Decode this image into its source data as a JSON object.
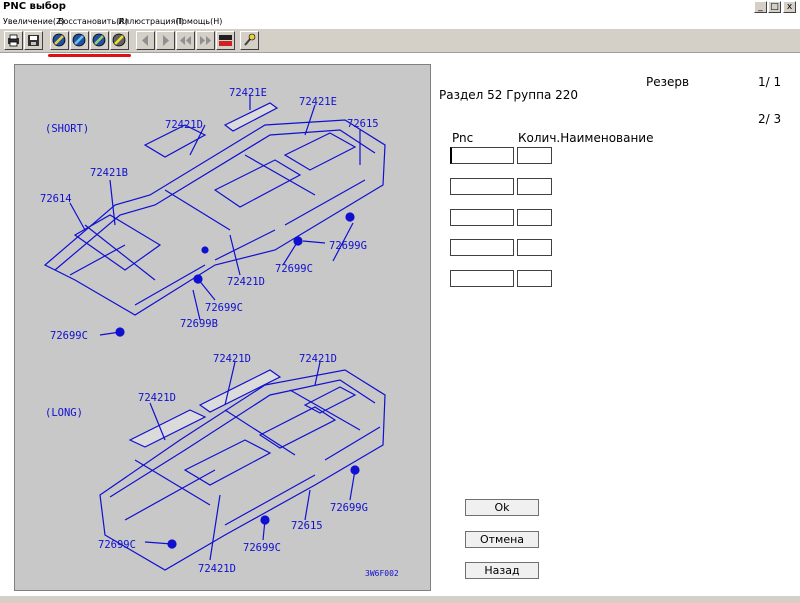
{
  "window": {
    "title": "PNC выбор",
    "min_glyph": "_",
    "max_glyph": "□",
    "close_glyph": "x"
  },
  "menu": [
    {
      "label": "Увеличение(Z)"
    },
    {
      "label": "Восстановить(R)"
    },
    {
      "label": "Иллюстрация(I)"
    },
    {
      "label": "Помощь(H)"
    }
  ],
  "toolbar": {
    "buttons": [
      "print-icon",
      "save-icon",
      "zoom-fit-icon",
      "zoom-in-icon",
      "zoom-out-icon",
      "zoom-reset-icon",
      "first-icon",
      "prev-icon",
      "back-icon",
      "next-icon",
      "stop-icon",
      "tools-icon"
    ]
  },
  "illustration": {
    "labels": {
      "short": "(SHORT)",
      "long": "(LONG)",
      "p72421e_a": "72421E",
      "p72421e_b": "72421E",
      "p72421d_a": "72421D",
      "p72615_a": "72615",
      "p72421b": "72421B",
      "p72614": "72614",
      "p72699g_a": "72699G",
      "p72699c_a": "72699C",
      "p72421d_b": "72421D",
      "p72699c_b": "72699C",
      "p72699b": "72699B",
      "p72699c_c": "72699C",
      "p72421d_c": "72421D",
      "p72421d_d": "72421D",
      "p72421d_e": "72421D",
      "p72699g_b": "72699G",
      "p72615_b": "72615",
      "p72699c_d": "72699C",
      "p72699c_e": "72699C",
      "p72421d_f": "72421D",
      "code": "3W6F002"
    }
  },
  "info": {
    "reserve": "Резерв",
    "page_top": "1/ 1",
    "section": "Раздел 52 Группа 220",
    "page_sub": "2/ 3"
  },
  "columns": {
    "pnc": "Pnc",
    "qty_name": "Колич.Наименование"
  },
  "rows": [
    {
      "pnc": "",
      "qty": ""
    },
    {
      "pnc": "",
      "qty": ""
    },
    {
      "pnc": "",
      "qty": ""
    },
    {
      "pnc": "",
      "qty": ""
    },
    {
      "pnc": "",
      "qty": ""
    }
  ],
  "buttons": {
    "ok": "Ok",
    "cancel": "Отмена",
    "back": "Назад"
  }
}
